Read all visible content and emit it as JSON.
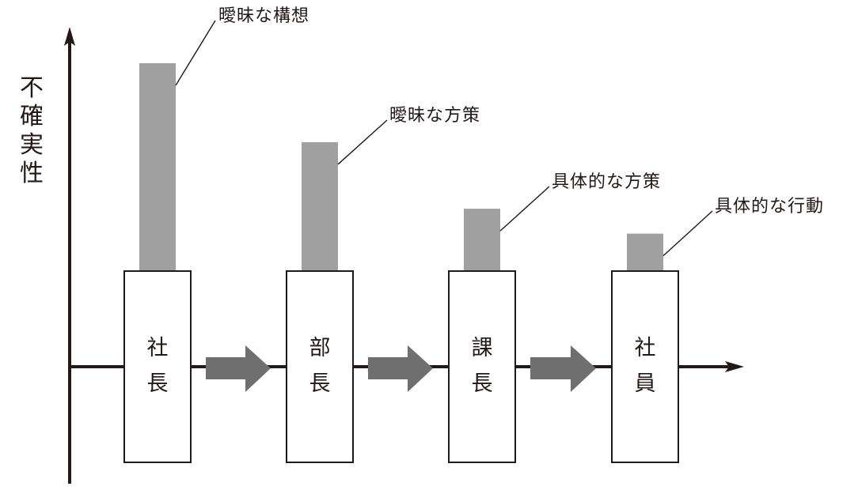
{
  "y_axis_label": [
    "不",
    "確",
    "実",
    "性"
  ],
  "colors": {
    "axis": "#231815",
    "bar": "#a0a0a0",
    "block_arrow": "#6f6f6f",
    "box_stroke": "#231815",
    "box_fill": "#ffffff"
  },
  "stages": [
    {
      "role": [
        "社",
        "長"
      ],
      "callout": "曖昧な構想",
      "uncertainty": 1.0
    },
    {
      "role": [
        "部",
        "長"
      ],
      "callout": "曖昧な方策",
      "uncertainty": 0.62
    },
    {
      "role": [
        "課",
        "長"
      ],
      "callout": "具体的な方策",
      "uncertainty": 0.3
    },
    {
      "role": [
        "社",
        "員"
      ],
      "callout": "具体的な行動",
      "uncertainty": 0.18
    }
  ]
}
